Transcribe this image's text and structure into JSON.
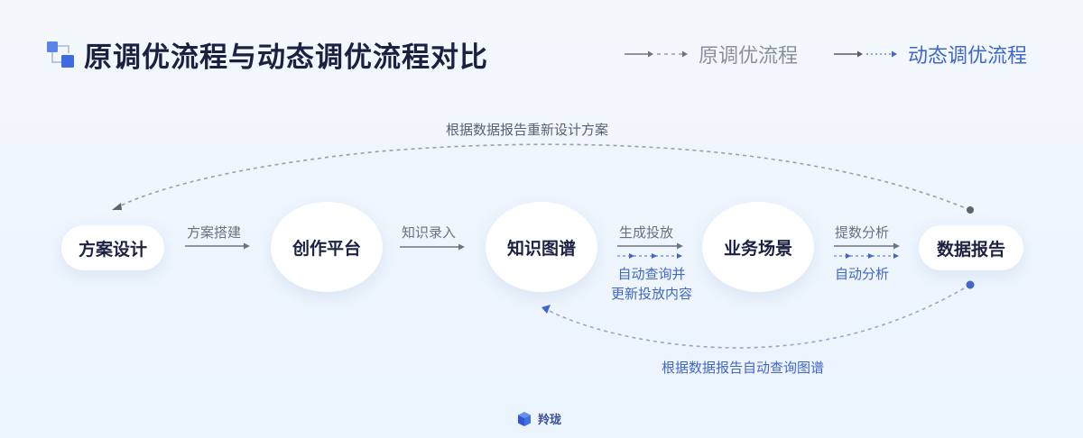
{
  "header": {
    "icon": "flow-blocks-icon",
    "title": "原调优流程与动态调优流程对比"
  },
  "legend": {
    "original": {
      "label": "原调优流程",
      "color": "#8a8f9c",
      "line_style": "solid-then-dashed-gray"
    },
    "dynamic": {
      "label": "动态调优流程",
      "color": "#3f67c9",
      "line_style": "solid-then-dotted-blue"
    }
  },
  "nodes": [
    {
      "id": "plan-design",
      "label": "方案设计",
      "shape": "pill"
    },
    {
      "id": "creation-platform",
      "label": "创作平台",
      "shape": "circle"
    },
    {
      "id": "knowledge-graph",
      "label": "知识图谱",
      "shape": "circle"
    },
    {
      "id": "business-scenario",
      "label": "业务场景",
      "shape": "circle"
    },
    {
      "id": "data-report",
      "label": "数据报告",
      "shape": "pill"
    }
  ],
  "edges": [
    {
      "from": "plan-design",
      "to": "creation-platform",
      "original_label": "方案搭建"
    },
    {
      "from": "creation-platform",
      "to": "knowledge-graph",
      "original_label": "知识录入"
    },
    {
      "from": "knowledge-graph",
      "to": "business-scenario",
      "original_label": "生成投放",
      "dynamic_label_line1": "自动查询并",
      "dynamic_label_line2": "更新投放内容"
    },
    {
      "from": "business-scenario",
      "to": "data-report",
      "original_label": "提数分析",
      "dynamic_label": "自动分析"
    }
  ],
  "feedback": {
    "original": {
      "from": "data-report",
      "to": "plan-design",
      "label": "根据数据报告重新设计方案"
    },
    "dynamic": {
      "from": "data-report",
      "to": "knowledge-graph",
      "label": "根据数据报告自动查询图谱"
    }
  },
  "colors": {
    "title": "#1c2142",
    "gray_line": "#6f7482",
    "blue_line": "#3f67c9",
    "background": "#f1f7fd"
  },
  "brand": {
    "icon": "cube-logo-icon",
    "name": "羚珑"
  }
}
